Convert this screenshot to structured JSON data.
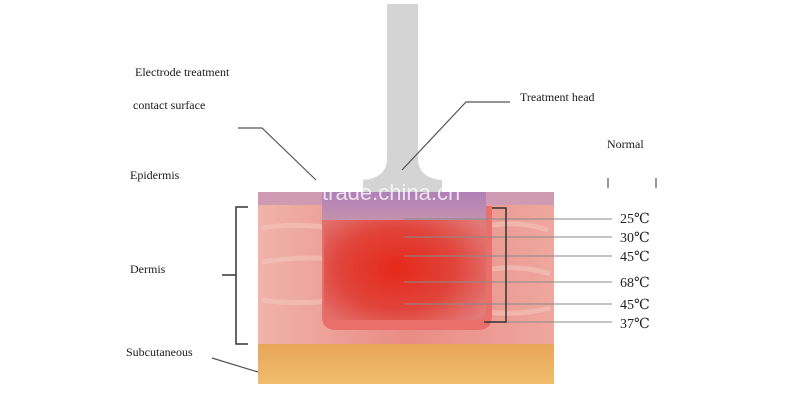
{
  "labels": {
    "electrode_line1": "Electrode treatment",
    "electrode_line2": "contact surface",
    "treatment_head": "Treatment head",
    "normal": "Normal",
    "epidermis": "Epidermis",
    "dermis": "Dermis",
    "subcutaneous": "Subcutaneous"
  },
  "temperatures": [
    "25℃",
    "30℃",
    "45℃",
    "68℃",
    "45℃",
    "37℃"
  ],
  "watermark": "trade.china.cn",
  "colors": {
    "probe": "#d4d4d4",
    "epidermis": "#c88fb0",
    "dermis": "#ec9c94",
    "hot_core": "#e02a1c",
    "subcutaneous": "#e9b062"
  }
}
